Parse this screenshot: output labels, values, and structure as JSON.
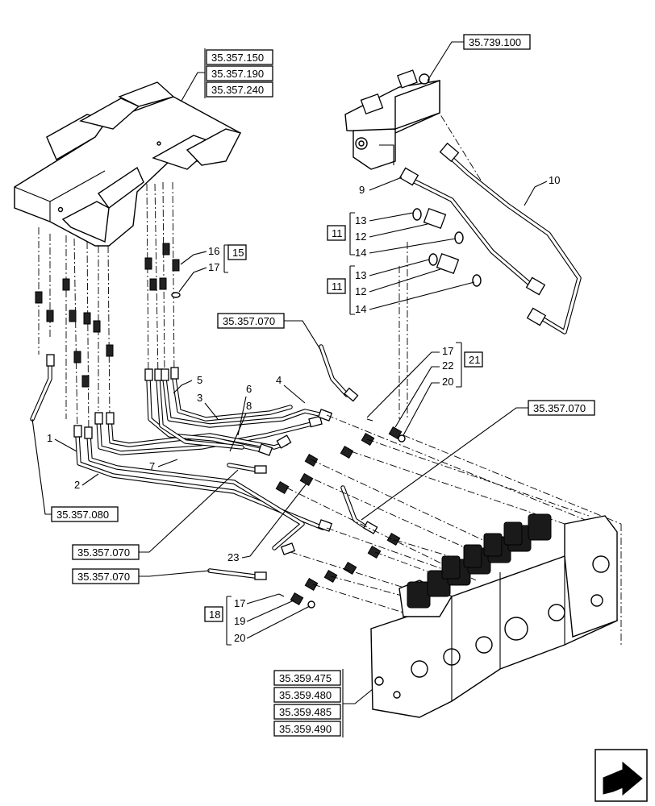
{
  "accent_color": "#000000",
  "reference_labels": {
    "top_left_group": [
      "35.357.150",
      "35.357.190",
      "35.357.240"
    ],
    "top_right": "35.739.100",
    "hose_upper_mid": "35.357.070",
    "hose_right": "35.357.070",
    "hose_left": "35.357.080",
    "hose_lower_left": "35.357.070",
    "hose_bottom_left": "35.357.070",
    "valve_group": [
      "35.359.475",
      "35.359.480",
      "35.359.485",
      "35.359.490"
    ]
  },
  "kit_labels": {
    "kit_15": "15",
    "kit_11_upper": "11",
    "kit_11_lower": "11",
    "kit_21": "21",
    "kit_18": "18"
  },
  "callouts": {
    "c1": "1",
    "c2": "2",
    "c3": "3",
    "c4": "4",
    "c5": "5",
    "c6": "6",
    "c7": "7",
    "c8": "8",
    "c9": "9",
    "c10": "10",
    "c13a": "13",
    "c12a": "12",
    "c14a": "14",
    "c13b": "13",
    "c12b": "12",
    "c14b": "14",
    "c16": "16",
    "c17a": "17",
    "c17b": "17",
    "c22": "22",
    "c20a": "20",
    "c23": "23",
    "c17c": "17",
    "c19": "19",
    "c20b": "20"
  },
  "icons": {
    "nav": "next-page-arrow-icon"
  }
}
